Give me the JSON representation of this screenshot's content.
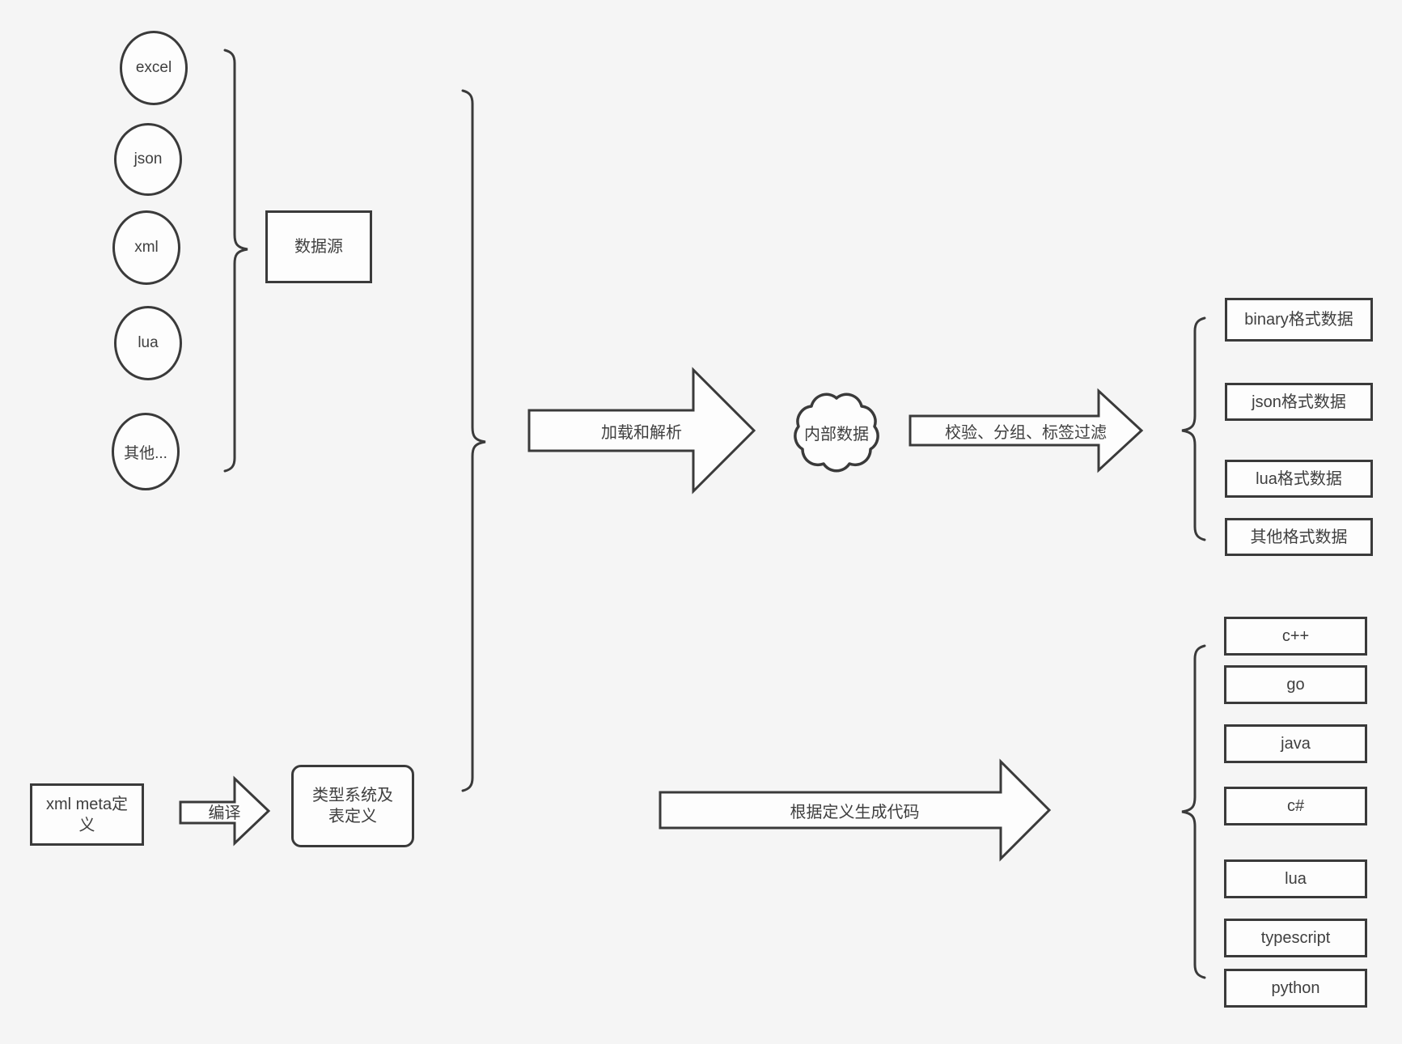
{
  "colors": {
    "background": "#f5f5f5",
    "stroke": "#3a3a3a",
    "shape_fill": "#fdfdfd",
    "text": "#3f3f3f"
  },
  "sources": {
    "circles": [
      "excel",
      "json",
      "xml",
      "lua",
      "其他..."
    ],
    "group_label": "数据源"
  },
  "pipeline": {
    "load_arrow_label": "加载和解析",
    "cloud_label": "内部数据",
    "filter_arrow_label": "校验、分组、标签过滤",
    "outputs": [
      "binary格式数据",
      "json格式数据",
      "lua格式数据",
      "其他格式数据"
    ]
  },
  "typesystem": {
    "xml_meta_label": "xml meta定义",
    "compile_arrow_label": "编译",
    "type_system_label": "类型系统及表定义"
  },
  "codegen": {
    "arrow_label": "根据定义生成代码",
    "languages": [
      "c++",
      "go",
      "java",
      "c#",
      "lua",
      "typescript",
      "python"
    ]
  }
}
